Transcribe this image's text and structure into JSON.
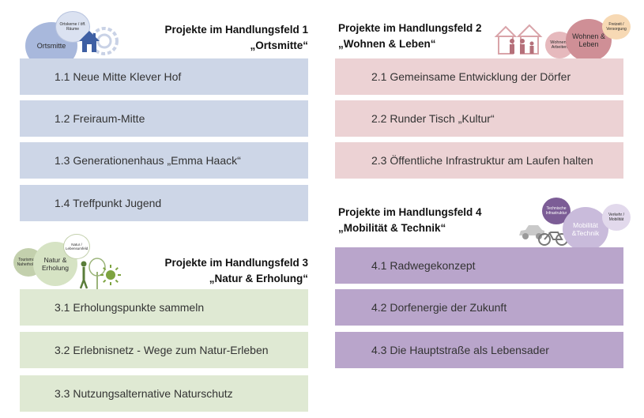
{
  "sections": {
    "ortsmitte": {
      "title_line1": "Projekte im Handlungsfeld 1",
      "title_line2": "„Ortsmitte“",
      "items": [
        "1.1 Neue Mitte Klever Hof",
        "1.2 Freiraum-Mitte",
        "1.3 Generationenhaus „Emma Haack“",
        "1.4 Treffpunkt Jugend"
      ],
      "bubbles": {
        "main": "Ortsmitte",
        "sub": "Ortskerne / öff. Räume"
      }
    },
    "wohnen": {
      "title_line1": "Projekte im Handlungsfeld 2",
      "title_line2": "„Wohnen & Leben“",
      "items": [
        "2.1 Gemeinsame Entwicklung der Dörfer",
        "2.2 Runder Tisch „Kultur“",
        "2.3 Öffentliche Infrastruktur am Laufen halten"
      ],
      "bubbles": {
        "main": "Wohnen & Leben",
        "sub1": "Wohnen / Arbeiten",
        "sub2": "Freizeit / Versorgung"
      }
    },
    "natur": {
      "title_line1": "Projekte im Handlungsfeld 3",
      "title_line2": "„Natur & Erholung“",
      "items": [
        "3.1 Erholungspunkte sammeln",
        "3.2 Erlebnisnetz - Wege zum Natur-Erleben",
        "3.3 Nutzungsalternative Naturschutz"
      ],
      "bubbles": {
        "main": "Natur & Erholung",
        "sub1": "Tourismus / Naherholung",
        "sub2": "Natur / Lebensumfeld"
      }
    },
    "mobilitaet": {
      "title_line1": "Projekte im Handlungsfeld 4",
      "title_line2": "„Mobilität & Technik“",
      "items": [
        "4.1 Radwegekonzept",
        "4.2 Dorfenergie der Zukunft",
        "4.3 Die Hauptstraße als Lebensader"
      ],
      "bubbles": {
        "main": "Mobilität &Technik",
        "sub1": "Technische Infrastruktur",
        "sub2": "Verkehr / Mobilität"
      }
    }
  },
  "colors": {
    "ortsmitte": "#cdd6e7",
    "wohnen": "#ecd2d4",
    "natur": "#dfe9d3",
    "mobilitaet": "#b9a5cb"
  },
  "icons": [
    "house-icon",
    "gear-icon",
    "houses-family-icon",
    "tree-icon",
    "sun-icon",
    "person-icon",
    "car-icon",
    "bicycle-icon"
  ]
}
